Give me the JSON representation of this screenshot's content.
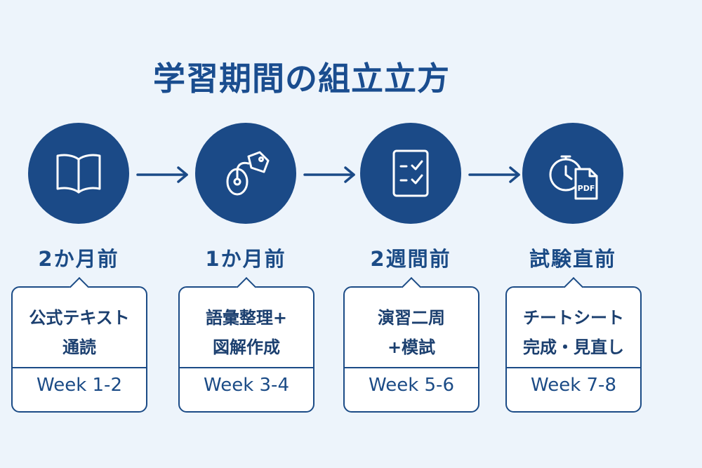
{
  "title": "学習期間の組立立方",
  "stages": [
    {
      "icon": "open-book-icon",
      "label": "2か月前",
      "desc": "公式テキスト\n通読",
      "week": "Week 1-2"
    },
    {
      "icon": "mouse-tag-icon",
      "label": "1か月前",
      "desc": "語彙整理+\n図解作成",
      "week": "Week 3-4"
    },
    {
      "icon": "checklist-icon",
      "label": "2週間前",
      "desc": "演習二周\n+模試",
      "week": "Week 5-6"
    },
    {
      "icon": "stopwatch-pdf-icon",
      "label": "試験直前",
      "pdf_text": "PDF",
      "desc": "チートシート\n完成・見直し",
      "week": "Week 7-8"
    }
  ],
  "colors": {
    "primary": "#1b4a87",
    "background": "#edf4fb",
    "card": "#ffffff"
  }
}
